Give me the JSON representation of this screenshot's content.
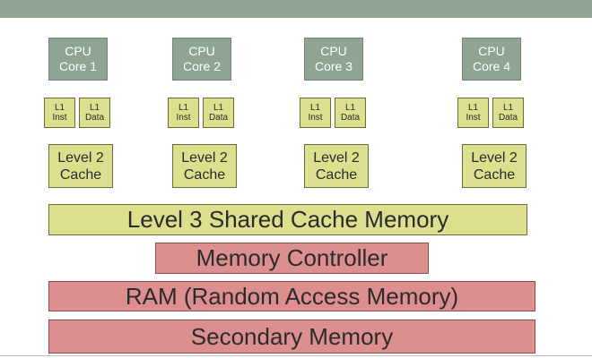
{
  "colors": {
    "header_bar": "#8fa594",
    "cpu_core": "#8fa594",
    "cache": "#dcdf8e",
    "memory": "#dd8f8f"
  },
  "cores": [
    {
      "cpu": [
        "CPU",
        "Core 1"
      ],
      "l1_inst": [
        "L1",
        "Inst"
      ],
      "l1_data": [
        "L1",
        "Data"
      ],
      "l2": [
        "Level 2",
        "Cache"
      ]
    },
    {
      "cpu": [
        "CPU",
        "Core 2"
      ],
      "l1_inst": [
        "L1",
        "Inst"
      ],
      "l1_data": [
        "L1",
        "Data"
      ],
      "l2": [
        "Level 2",
        "Cache"
      ]
    },
    {
      "cpu": [
        "CPU",
        "Core 3"
      ],
      "l1_inst": [
        "L1",
        "Inst"
      ],
      "l1_data": [
        "L1",
        "Data"
      ],
      "l2": [
        "Level 2",
        "Cache"
      ]
    },
    {
      "cpu": [
        "CPU",
        "Core 4"
      ],
      "l1_inst": [
        "L1",
        "Inst"
      ],
      "l1_data": [
        "L1",
        "Data"
      ],
      "l2": [
        "Level 2",
        "Cache"
      ]
    }
  ],
  "l3_label": "Level 3 Shared Cache Memory",
  "memory_controller_label": "Memory Controller",
  "ram_label": "RAM (Random Access Memory)",
  "secondary_memory_label": "Secondary Memory"
}
